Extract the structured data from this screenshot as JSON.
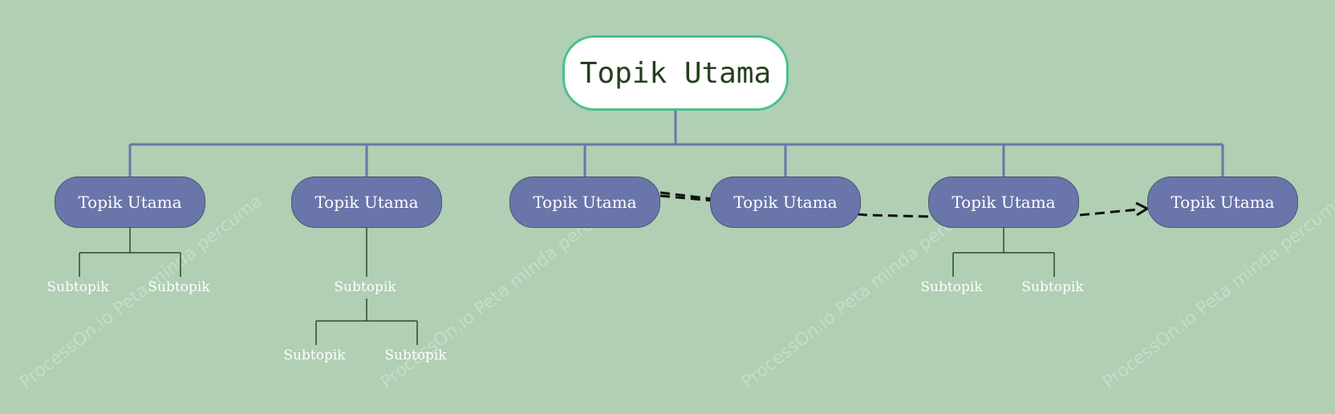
{
  "root": {
    "label": "Topik Utama"
  },
  "main_topics": [
    {
      "label": "Topik Utama"
    },
    {
      "label": "Topik Utama"
    },
    {
      "label": "Topik Utama"
    },
    {
      "label": "Topik Utama"
    },
    {
      "label": "Topik Utama"
    },
    {
      "label": "Topik Utama"
    }
  ],
  "subtopics": {
    "t1_a": "Subtopik",
    "t1_b": "Subtopik",
    "t2_a": "Subtopik",
    "t2_a_1": "Subtopik",
    "t2_a_2": "Subtopik",
    "t5_a": "Subtopik",
    "t5_b": "Subtopik"
  },
  "watermark": "ProcessOn.io Peta minda percuma",
  "colors": {
    "background": "#b0cfb3",
    "root_border": "#4cbf8d",
    "main_fill": "#6a76aa",
    "connector": "#6a76aa",
    "sub_connector": "#2e4a28",
    "relation": "#111111"
  }
}
